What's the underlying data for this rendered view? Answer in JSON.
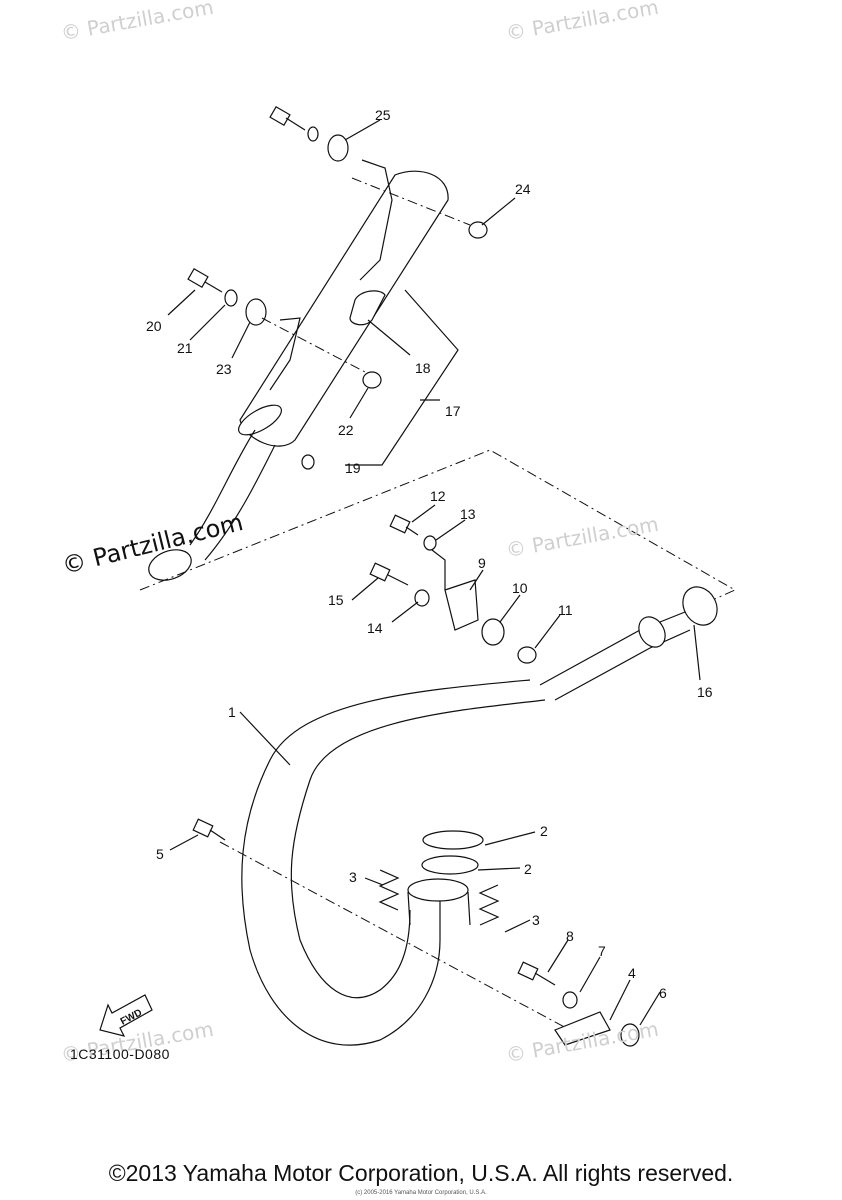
{
  "watermarks": {
    "faint": "© Partzilla.com",
    "strong": "© Partzilla.com"
  },
  "callouts": [
    {
      "id": "1",
      "label": "1"
    },
    {
      "id": "2a",
      "label": "2"
    },
    {
      "id": "2b",
      "label": "2"
    },
    {
      "id": "3a",
      "label": "3"
    },
    {
      "id": "3b",
      "label": "3"
    },
    {
      "id": "4",
      "label": "4"
    },
    {
      "id": "5",
      "label": "5"
    },
    {
      "id": "6",
      "label": "6"
    },
    {
      "id": "7",
      "label": "7"
    },
    {
      "id": "8",
      "label": "8"
    },
    {
      "id": "9",
      "label": "9"
    },
    {
      "id": "10",
      "label": "10"
    },
    {
      "id": "11",
      "label": "11"
    },
    {
      "id": "12",
      "label": "12"
    },
    {
      "id": "13",
      "label": "13"
    },
    {
      "id": "14",
      "label": "14"
    },
    {
      "id": "15",
      "label": "15"
    },
    {
      "id": "16",
      "label": "16"
    },
    {
      "id": "17",
      "label": "17"
    },
    {
      "id": "18",
      "label": "18"
    },
    {
      "id": "19",
      "label": "19"
    },
    {
      "id": "20",
      "label": "20"
    },
    {
      "id": "21",
      "label": "21"
    },
    {
      "id": "22",
      "label": "22"
    },
    {
      "id": "23",
      "label": "23"
    },
    {
      "id": "24",
      "label": "24"
    },
    {
      "id": "25",
      "label": "25"
    }
  ],
  "diagram_code": "1C31100-D080",
  "fwd_label": "FWD",
  "copyright": "©2013 Yamaha Motor Corporation, U.S.A. All rights reserved.",
  "tiny_notice": "(c) 2005-2016 Yamaha Motor Corporation, U.S.A."
}
